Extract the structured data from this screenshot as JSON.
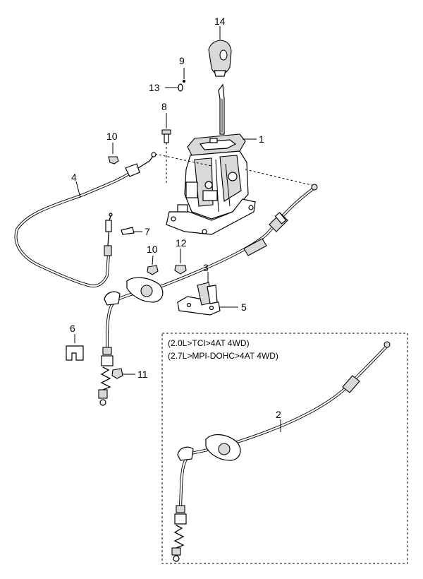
{
  "callouts": {
    "c1": "1",
    "c2": "2",
    "c3": "3",
    "c4": "4",
    "c5": "5",
    "c6": "6",
    "c7": "7",
    "c8": "8",
    "c9": "9",
    "c10a": "10",
    "c10b": "10",
    "c11": "11",
    "c12": "12",
    "c13": "13",
    "c14": "14"
  },
  "variant_box": {
    "line1": "(2.0L>TCI>4AT 4WD)",
    "line2": "(2.7L>MPI-DOHC>4AT 4WD)"
  }
}
